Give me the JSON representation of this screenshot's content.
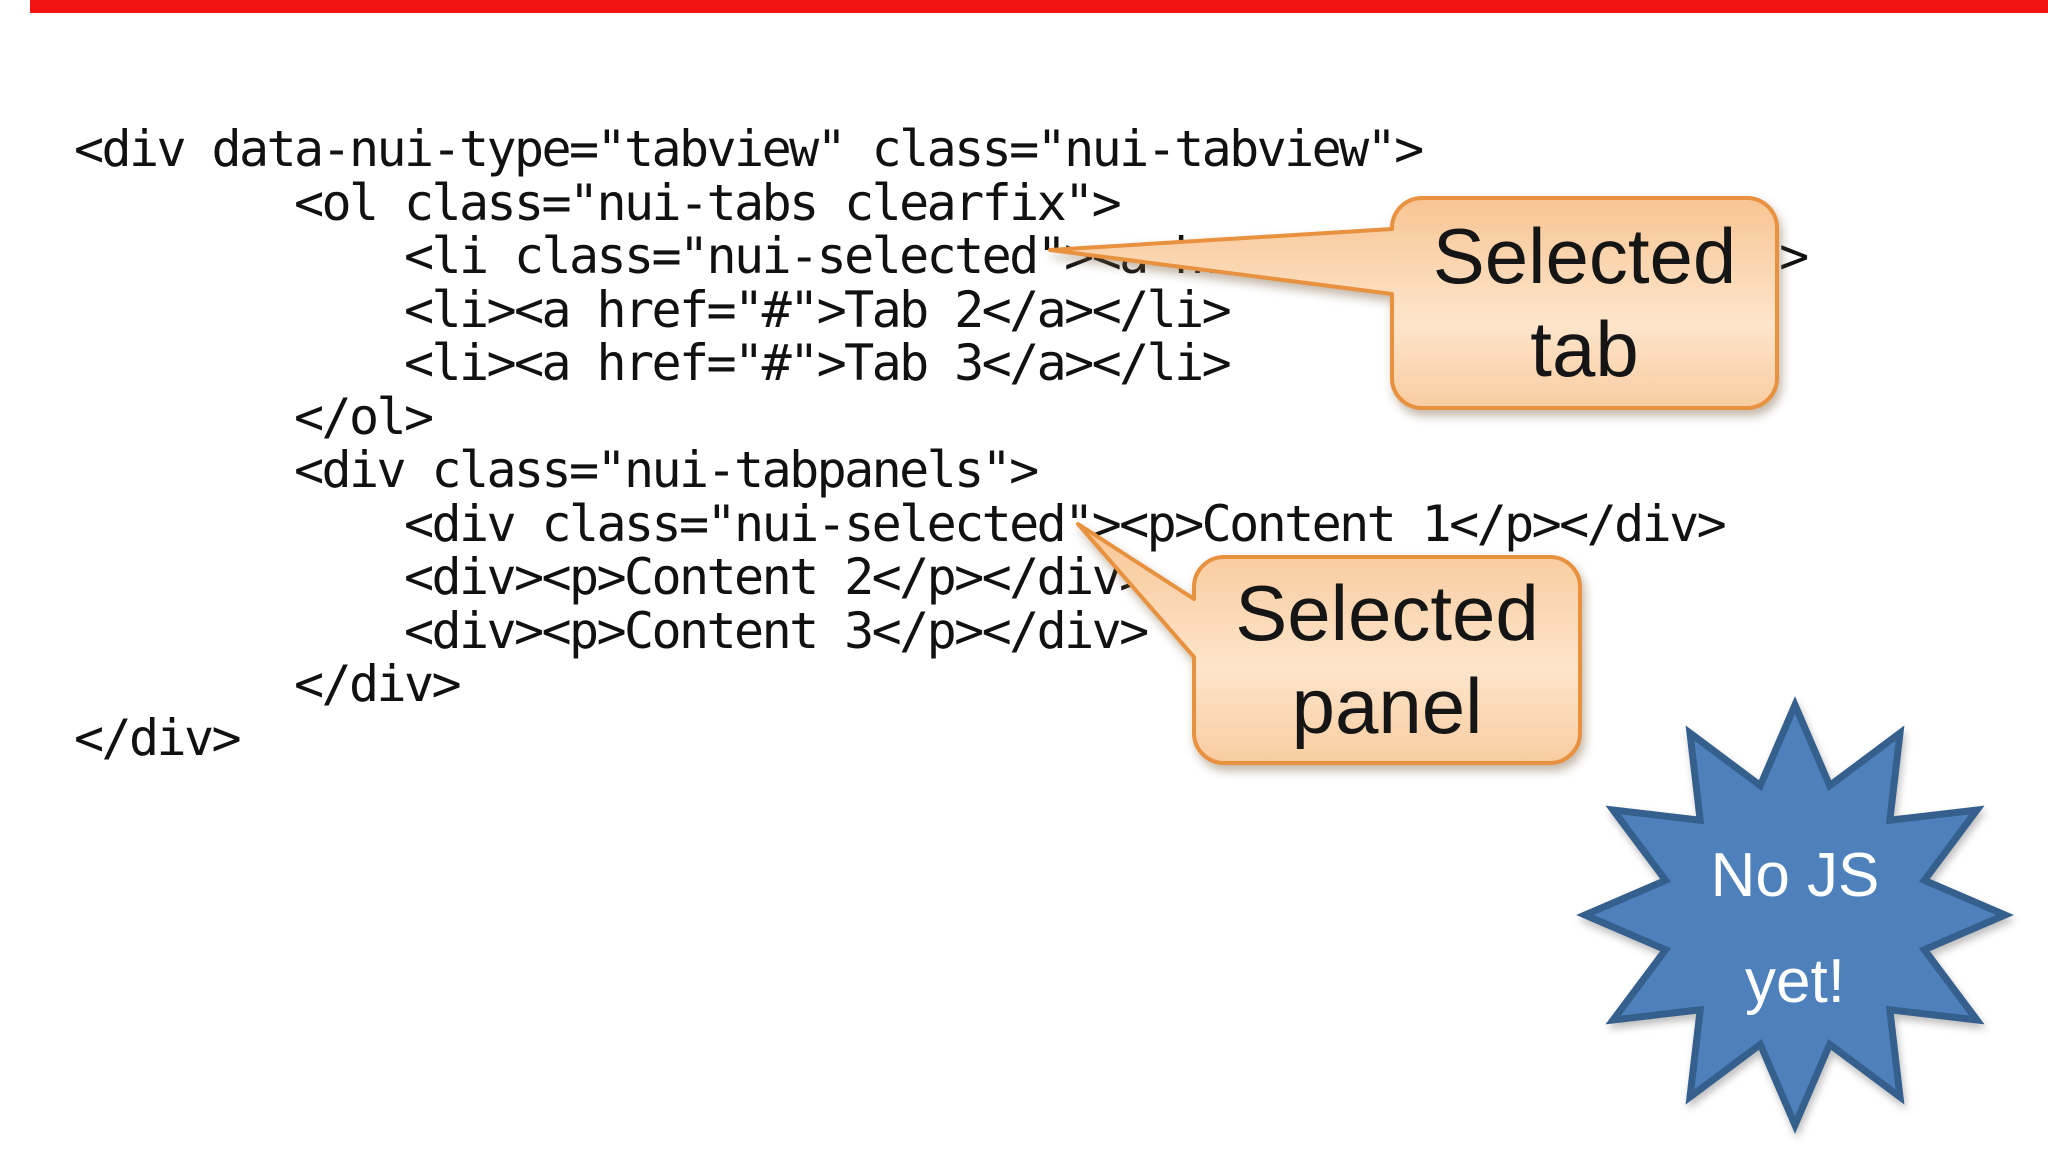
{
  "slide": {
    "background": "#ffffff"
  },
  "top_bar": {
    "color": "#f2120f"
  },
  "code": {
    "text_color": "#111111",
    "lines": [
      "<div data-nui-type=\"tabview\" class=\"nui-tabview\">",
      "        <ol class=\"nui-tabs clearfix\">",
      "            <li class=\"nui-selected\"><a href=\"#\">Tab 1</a></li>",
      "            <li><a href=\"#\">Tab 2</a></li>",
      "            <li><a href=\"#\">Tab 3</a></li>",
      "        </ol>",
      "        <div class=\"nui-tabpanels\">",
      "            <div class=\"nui-selected\"><p>Content 1</p></div>",
      "            <div><p>Content 2</p></div>",
      "            <div><p>Content 3</p></div>",
      "        </div>",
      "</div>"
    ]
  },
  "callouts": {
    "border_color": "#e8913f",
    "fill_top": "#f8c593",
    "fill_mid": "#fde5cb",
    "fill_bottom": "#f9cca0",
    "text_color": "#151515",
    "selected_tab": {
      "line1": "Selected",
      "line2": "tab"
    },
    "selected_panel": {
      "line1": "Selected",
      "line2": "panel"
    }
  },
  "star": {
    "fill": "#4e80bc",
    "border": "#355f8d",
    "text_color": "#ffffff",
    "line1": "No JS",
    "line2": "yet!"
  }
}
